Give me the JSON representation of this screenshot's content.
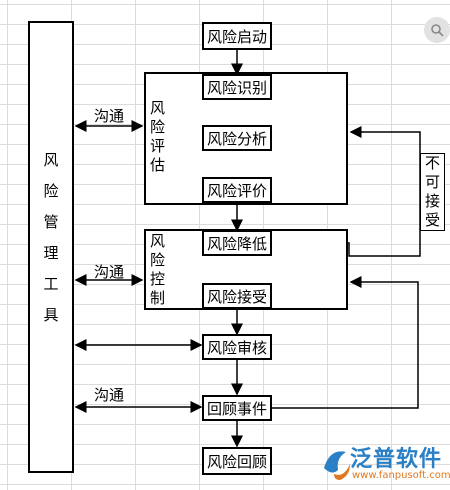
{
  "tool": {
    "chars": [
      "风",
      "险",
      "管",
      "理",
      "工",
      "具"
    ]
  },
  "steps": {
    "start": "风险启动",
    "identify": "风险识别",
    "analyze": "风险分析",
    "evaluate": "风险评价",
    "reduce": "风险降低",
    "accept": "风险接受",
    "review": "风险审核",
    "recall_event": "回顾事件",
    "recall": "风险回顾"
  },
  "groups": {
    "assessment": [
      "风",
      "险",
      "评",
      "估"
    ],
    "control": [
      "风",
      "险",
      "控",
      "制"
    ]
  },
  "unacceptable": [
    "不",
    "可",
    "接",
    "受"
  ],
  "communication": [
    "沟通",
    "沟通",
    "沟通"
  ],
  "logo": {
    "text": "泛普软件",
    "url": "www.fanpusoft.com",
    "brand_color": "#2a7fc5",
    "accent_color": "#e0781f"
  },
  "colors": {
    "line": "#000000",
    "grid": "#dcdcdc"
  }
}
